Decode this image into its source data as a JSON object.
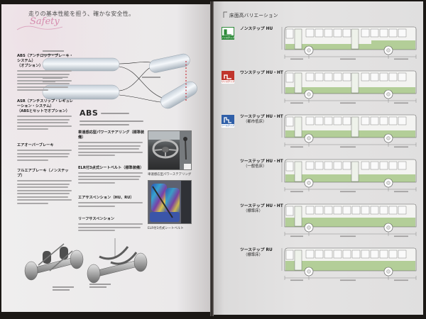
{
  "colors": {
    "table": "#1b1815",
    "safety_pink": "#d58cae",
    "bus_green": "#9ec27a",
    "nonstep_badge": "#2e8b3a",
    "onestep_badge": "#c0342c",
    "twostep_badge": "#2f5fa8"
  },
  "left_page": {
    "headline": "走りの基本性能を担う、確かな安全性。",
    "section_title": "Safety",
    "abs_diagram_label": "ABS",
    "features_col1": [
      {
        "heading": "ABS（アンチロック・ブレーキ・システム）",
        "note": "（オプション）"
      },
      {
        "heading": "ASR（アンチスリップ・レギュレーション・システム）",
        "note": "（ABSとセットでオプション）"
      },
      {
        "heading": "エアオーバーブレーキ"
      },
      {
        "heading": "フルエアブレーキ（ノンステップ）"
      }
    ],
    "features_col2": [
      {
        "heading": "車速感応型パワーステアリング（標準装備）"
      },
      {
        "heading": "ELR付3点式シートベルト（標準装備）"
      },
      {
        "heading": "エアサスペンション（HU、RU）"
      },
      {
        "heading": "リーフサスペンション"
      }
    ],
    "photo_captions": {
      "steering": "車速感応型パワーステアリング",
      "seatbelt": "ELR付3点式シートベルト"
    }
  },
  "right_page": {
    "heading": "床面高バリエーション",
    "rows": [
      {
        "name": "ノンステップ HU",
        "badge": "ノンステップ"
      },
      {
        "name": "ワンステップ HU・HT",
        "badge": "ワンステップ"
      },
      {
        "name": "ツーステップ HU・HT",
        "sub": "（都市低床）",
        "badge": "ツーステップ"
      },
      {
        "name": "ツーステップ HU・HT",
        "sub": "（一般低床）"
      },
      {
        "name": "ツーステップ HU・HT",
        "sub": "（標準床）"
      },
      {
        "name": "ツーステップ RU",
        "sub": "（標準床）"
      }
    ]
  }
}
